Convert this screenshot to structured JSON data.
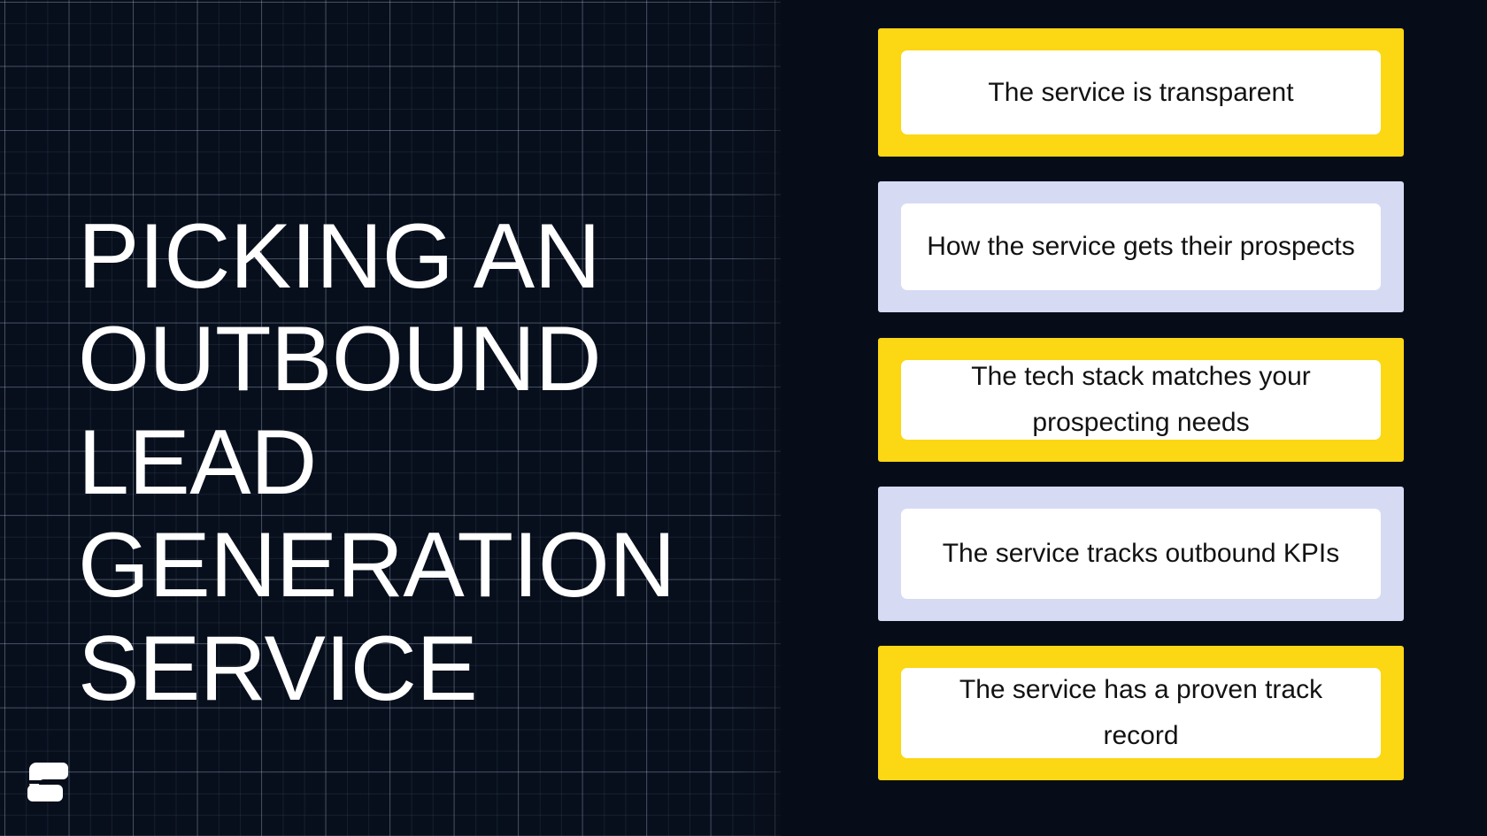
{
  "slide": {
    "background_color": "#070d18",
    "grid_line_color": "#afbed7"
  },
  "left": {
    "title": "Picking an outbound lead generation service",
    "logo": {
      "icon_name": "brand-s-logo",
      "color": "#ffffff"
    }
  },
  "right": {
    "accent_yellow": "#fbd714",
    "accent_lavender": "#d6dbf3",
    "card_text_color": "#121212",
    "cards": [
      {
        "frame": "yellow",
        "text": "The service is transparent"
      },
      {
        "frame": "lavender",
        "text": "How the service gets their prospects"
      },
      {
        "frame": "yellow",
        "text": "The tech stack matches your prospecting needs"
      },
      {
        "frame": "lavender",
        "text": "The service tracks outbound KPIs"
      },
      {
        "frame": "yellow",
        "text": "The service has a proven track record"
      }
    ]
  }
}
